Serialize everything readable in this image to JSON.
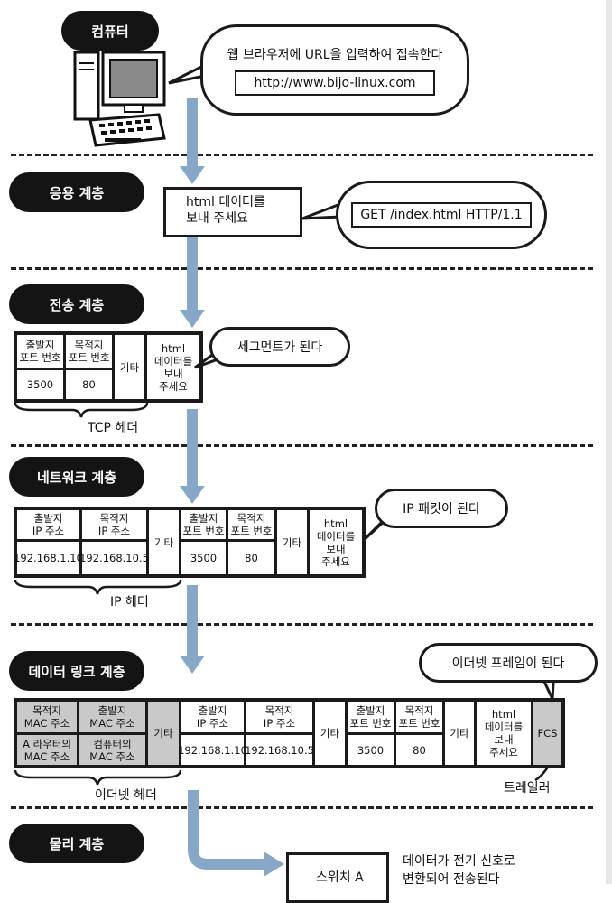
{
  "layers": {
    "computer": "컴퓨터",
    "application": "응용 계층",
    "transport": "전송 계층",
    "network": "네트워크 계층",
    "datalink": "데이터 링크 계층",
    "physical": "물리 계층"
  },
  "computer_bubble": {
    "text": "웹 브라우저에 URL을 입력하여 접속한다",
    "url": "http://www.bijo-linux.com"
  },
  "application": {
    "request": "html 데이터를\n보내 주세요",
    "bubble": "GET /index.html HTTP/1.1"
  },
  "transport": {
    "src_port": "출발지\n포트 번호",
    "dst_port": "목적지\n포트 번호",
    "etc": "기타",
    "data": "html\n데이터를\n보내\n주세요",
    "src_val": "3500",
    "dst_val": "80",
    "caption": "TCP 헤더",
    "bubble": "세그먼트가 된다"
  },
  "network": {
    "src_ip": "출발지\nIP 주소",
    "dst_ip": "목적지\nIP 주소",
    "etc": "기타",
    "src_port": "출발지\n포트 번호",
    "dst_port": "목적지\n포트 번호",
    "etc2": "기타",
    "data": "html\n데이터를\n보내\n주세요",
    "src_ip_val": "192.168.1.10",
    "dst_ip_val": "192.168.10.5",
    "src_port_val": "3500",
    "dst_port_val": "80",
    "caption": "IP 헤더",
    "bubble": "IP 패킷이 된다"
  },
  "datalink": {
    "dst_mac": "목적지\nMAC 주소",
    "src_mac": "출발지\nMAC 주소",
    "dst_mac_val": "A 라우터의\nMAC 주소",
    "src_mac_val": "컴퓨터의\nMAC 주소",
    "etc": "기타",
    "src_ip": "출발지\nIP 주소",
    "dst_ip": "목적지\nIP 주소",
    "etc2": "기타",
    "src_port": "출발지\n포트 번호",
    "dst_port": "목적지\n포트 번호",
    "etc3": "기타",
    "data": "html\n데이터를\n보내\n주세요",
    "fcs": "FCS",
    "src_ip_val": "192.168.1.10",
    "dst_ip_val": "192.168.10.5",
    "src_port_val": "3500",
    "dst_port_val": "80",
    "caption": "이더넷 헤더",
    "trailer": "트레일러",
    "bubble": "이더넷 프레임이 된다"
  },
  "physical": {
    "switch": "스위치 A",
    "note": "데이터가 전기 신호로\n변환되어 전송된다"
  },
  "colors": {
    "arrow": "#86a7c8",
    "gray_cell": "#c9c9c9",
    "pill": "#141414"
  }
}
